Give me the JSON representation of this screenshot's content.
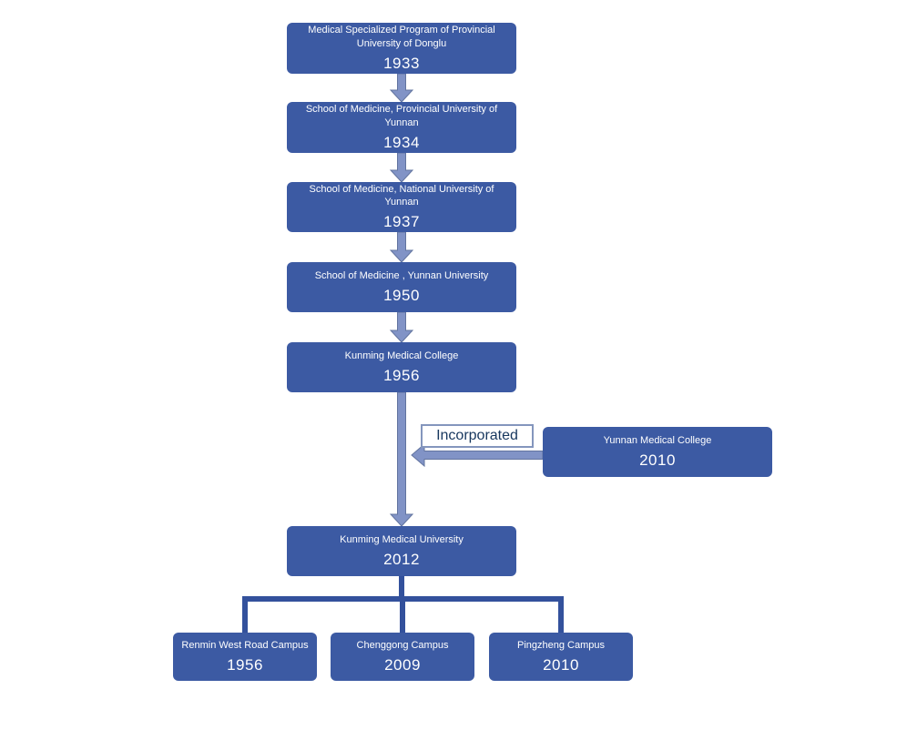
{
  "diagram": {
    "nodes": {
      "donglu_1933": {
        "title": "Medical Specialized Program of Provincial University of Donglu",
        "year": "1933"
      },
      "provincial_1934": {
        "title": "School of Medicine, Provincial University of Yunnan",
        "year": "1934"
      },
      "national_1937": {
        "title": "School of Medicine, National University of Yunnan",
        "year": "1937"
      },
      "yunnan_univ_1950": {
        "title": "School of Medicine , Yunnan University",
        "year": "1950"
      },
      "kunming_college_1956": {
        "title": "Kunming Medical College",
        "year": "1956"
      },
      "yunnan_medical_2010": {
        "title": "Yunnan Medical College",
        "year": "2010"
      },
      "kunming_university_2012": {
        "title": "Kunming Medical University",
        "year": "2012"
      },
      "campus_renmin": {
        "title": "Renmin West Road Campus",
        "year": "1956"
      },
      "campus_chenggong": {
        "title": "Chenggong Campus",
        "year": "2009"
      },
      "campus_pingzheng": {
        "title": "Pingzheng Campus",
        "year": "2010"
      }
    },
    "incorporated_label": "Incorporated"
  },
  "colors": {
    "node-fill": "#3c5aa3",
    "arrow-fill": "#8193c6",
    "arrow-stroke": "#62749f",
    "connector": "#33519c",
    "label-text": "#17375e",
    "label-border": "#8496bd"
  }
}
